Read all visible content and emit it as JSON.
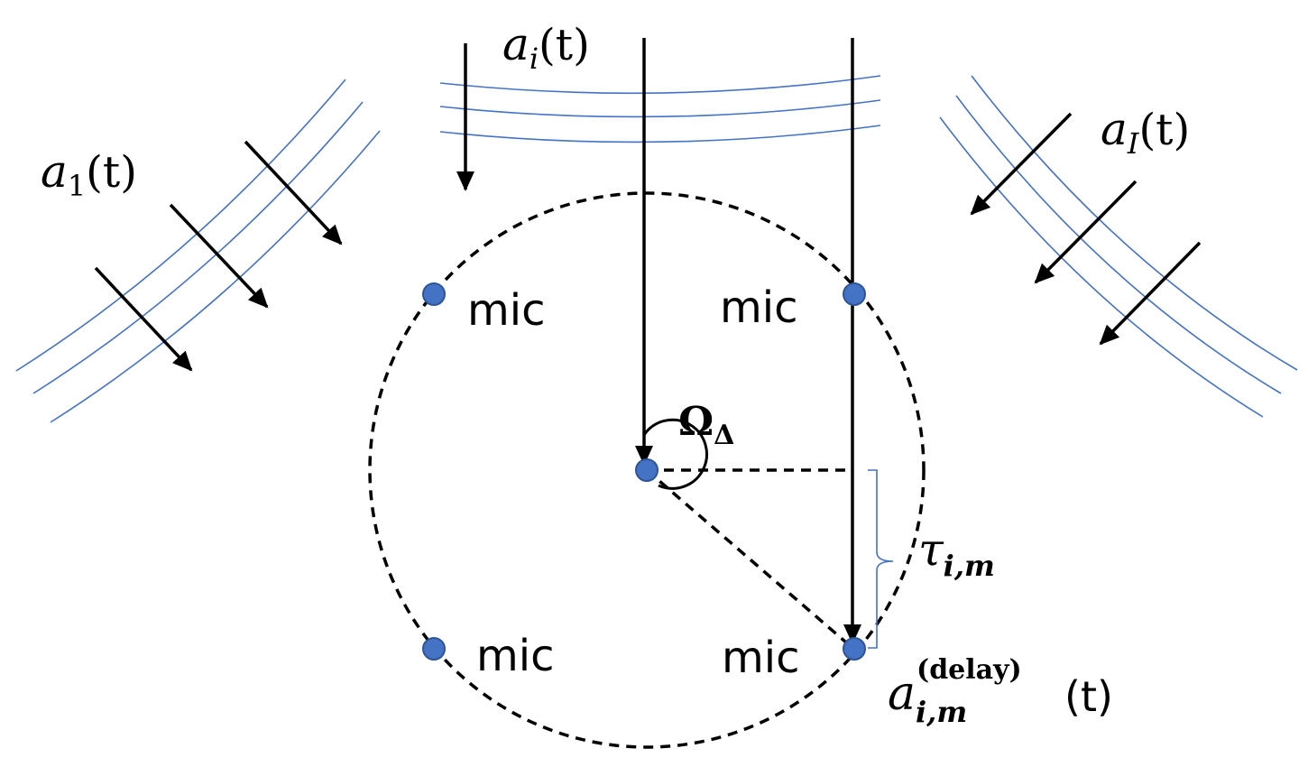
{
  "sources": {
    "first": {
      "symbol": "a",
      "subscript": "1",
      "arg": "(t)"
    },
    "middle": {
      "symbol": "a",
      "subscript": "i",
      "arg": "(t)"
    },
    "last": {
      "symbol": "a",
      "subscript": "I",
      "arg": "(t)"
    }
  },
  "mics": {
    "top_left": "mic",
    "top_right": "mic",
    "bottom_left": "mic",
    "bottom_right": "mic"
  },
  "angle": {
    "symbol": "Ω",
    "subscript": "Δ"
  },
  "delay": {
    "symbol": "τ",
    "subscript": "i,m"
  },
  "delayed_signal": {
    "symbol": "a",
    "subscript": "i,m",
    "superscript": "(delay)",
    "arg": "(t)"
  },
  "colors": {
    "wavefront": "#4472C4",
    "mic_fill": "#4472C4",
    "mic_stroke": "#2F5597",
    "line": "#000000",
    "brace": "#4472C4"
  }
}
